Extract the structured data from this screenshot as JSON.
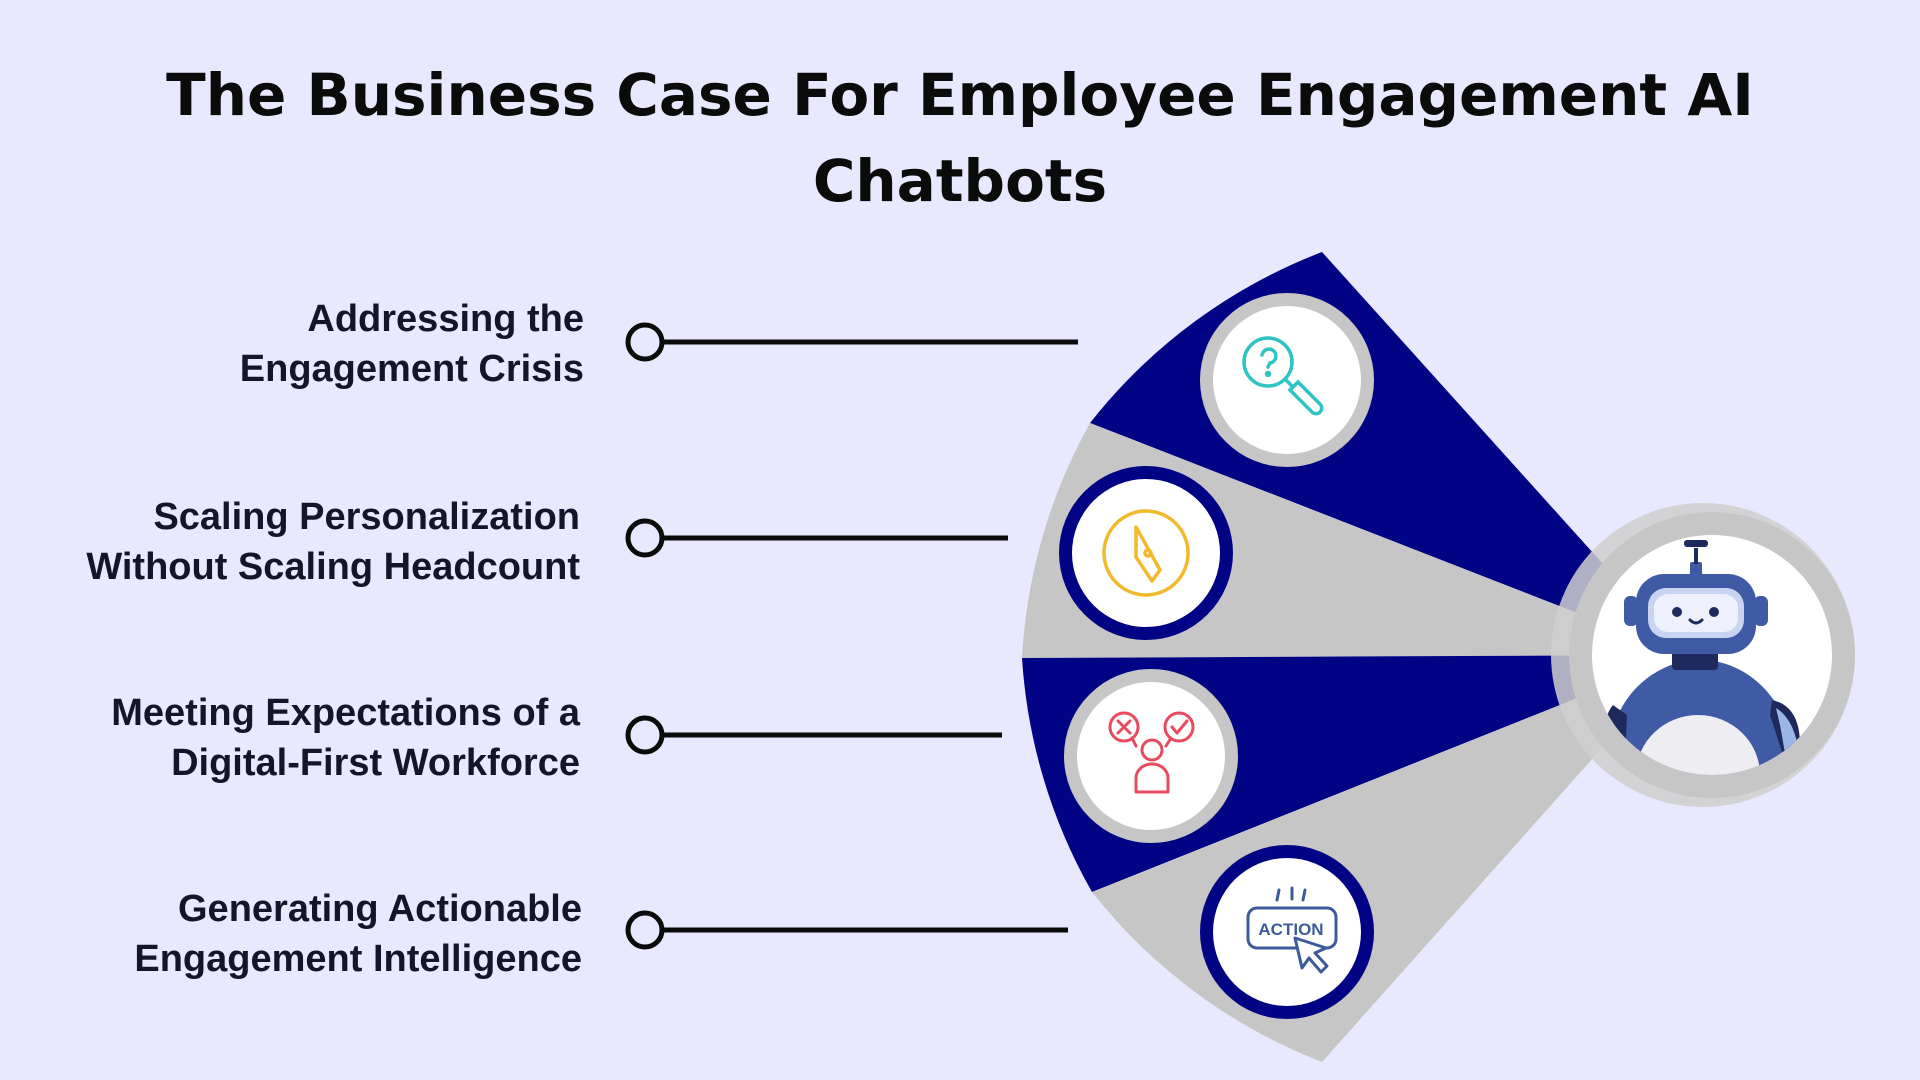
{
  "title": {
    "line1": "The Business Case For Employee Engagement AI",
    "line2": "Chatbots"
  },
  "items": [
    {
      "line1": "Addressing the",
      "line2": "Engagement Crisis",
      "icon": "magnifier-question-icon",
      "icon_color": "#2ec4c4"
    },
    {
      "line1": "Scaling Personalization",
      "line2": "Without Scaling Headcount",
      "icon": "compass-icon",
      "icon_color": "#f2b92b"
    },
    {
      "line1": "Meeting Expectations of a",
      "line2": "Digital-First Workforce",
      "icon": "decision-person-icon",
      "icon_color": "#e84a5f"
    },
    {
      "line1": "Generating Actionable",
      "line2": "Engagement Intelligence",
      "icon": "action-button-icon",
      "icon_color": "#3b5b9a",
      "icon_text": "ACTION"
    }
  ],
  "center_icon": "robot-icon",
  "colors": {
    "background": "#e8e9ff",
    "navy": "#000484",
    "gray": "#c6c6c6",
    "ring": "#cfcfcf",
    "robot_blue": "#3f5ba6",
    "robot_dark": "#1e2a5e"
  }
}
